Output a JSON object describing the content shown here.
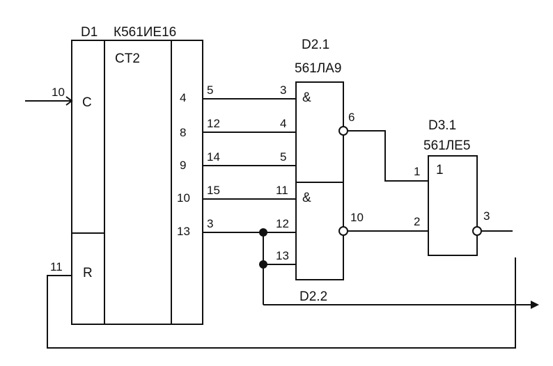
{
  "d1": {
    "ref": "D1",
    "part": "К561ИЕ16",
    "func": "CT2",
    "clock_label": "C",
    "clock_pin": "10",
    "reset_label": "R",
    "reset_pin": "11",
    "out_pins_inner": [
      "4",
      "8",
      "9",
      "10",
      "13"
    ],
    "out_pins_outer": [
      "5",
      "12",
      "14",
      "15",
      "3"
    ]
  },
  "d2": {
    "ref_a": "D2.1",
    "part": "561ЛА9",
    "ref_b": "D2.2",
    "gate_symbol": "&",
    "a_inputs": [
      "3",
      "4",
      "5"
    ],
    "a_output": "6",
    "b_inputs": [
      "11",
      "12",
      "13"
    ],
    "b_output": "10"
  },
  "d3": {
    "ref": "D3.1",
    "part": "561ЛЕ5",
    "gate_symbol": "1",
    "inputs": [
      "1",
      "2"
    ],
    "output": "3"
  }
}
